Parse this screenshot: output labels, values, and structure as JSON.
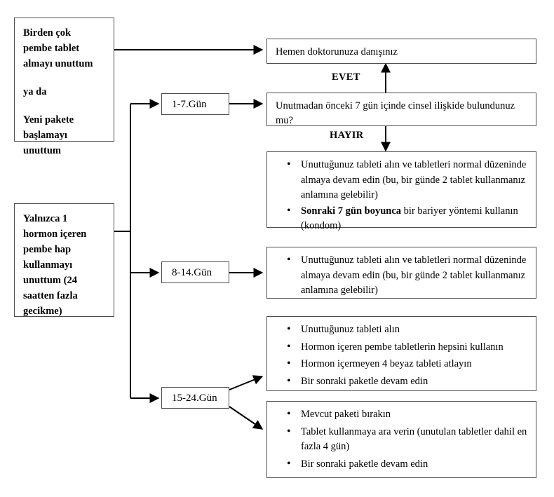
{
  "diagram": {
    "title": "Unutulan hap akis semasi",
    "stroke_color": "#4d4d4d",
    "text_color": "#000000",
    "background": "#ffffff"
  },
  "sources": {
    "multi_missed": {
      "line1": "Birden çok",
      "line2": "pembe tablet",
      "line3": "almayı unuttum",
      "line4": "ya da",
      "line5": "Yeni pakete",
      "line6": "başlamayı",
      "line7": "unuttum"
    },
    "single_missed": {
      "line1": "Yalnızca 1",
      "line2": "hormon içeren",
      "line3": "pembe hap",
      "line4": "kullanmayı",
      "line5": "unuttum (24",
      "line6": "saatten fazla",
      "line7": "gecikme)"
    }
  },
  "day_nodes": {
    "day_1_7": "1-7.Gün",
    "day_8_14": "8-14.Gün",
    "day_15_24": "15-24.Gün"
  },
  "edge_labels": {
    "yes": "EVET",
    "no": "HAYIR"
  },
  "outcomes": {
    "doctor": {
      "text": "Hemen doktorunuza danışınız"
    },
    "question": {
      "text": "Unutmadan önceki 7 gün içinde cinsel ilişkide bulundunuz mu?"
    },
    "no_branch": {
      "bullet1": "Unuttuğunuz tableti alın ve tabletleri normal düzeninde almaya devam edin (bu, bir günde 2 tablet kullanmanız anlamına gelebilir)",
      "bullet2_bold": "Sonraki 7 gün boyunca",
      "bullet2_rest": " bir bariyer yöntemi kullanın (kondom)"
    },
    "day_8_14_result": {
      "bullet1": "Unuttuğunuz tableti alın ve tabletleri normal düzeninde almaya devam edin (bu, bir günde 2 tablet kullanmanız anlamına gelebilir)"
    },
    "day_15_24_option_a": {
      "bullet1": "Unuttuğunuz tableti alın",
      "bullet2": "Hormon içeren  pembe tabletlerin hepsini kullanın",
      "bullet3": "Hormon içermeyen 4 beyaz tableti atlayın",
      "bullet4": "Bir sonraki paketle devam edin"
    },
    "day_15_24_option_b": {
      "bullet1": "Mevcut paketi bırakın",
      "bullet2": "Tablet kullanmaya ara verin (unutulan tabletler dahil en fazla 4 gün)",
      "bullet3": "Bir sonraki paketle devam edin"
    }
  }
}
